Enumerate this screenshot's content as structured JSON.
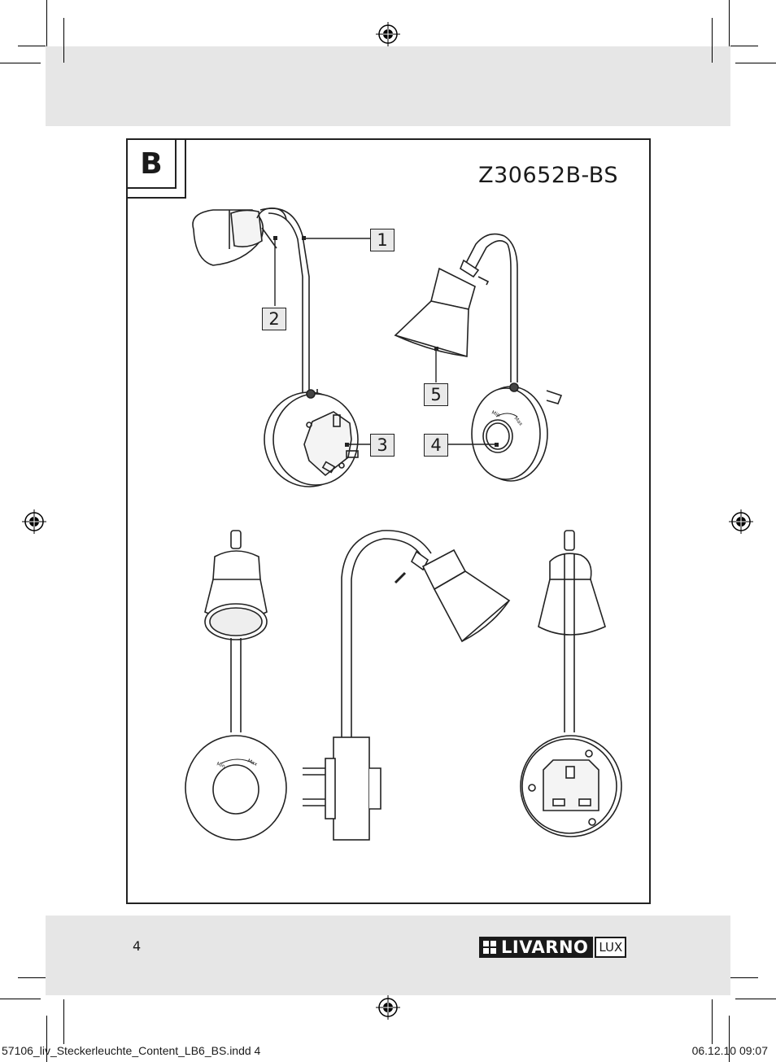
{
  "page": {
    "section_label": "B",
    "model_number": "Z30652B-BS",
    "callouts": [
      "1",
      "2",
      "3",
      "4",
      "5"
    ],
    "dial_min_label": "Min",
    "dial_max_label": "Max",
    "page_number": "4",
    "brand": {
      "name": "LIVARNO",
      "suffix": "LUX"
    },
    "slug": {
      "filename": "57106_liv_Steckerleuchte_Content_LB6_BS.indd   4",
      "date_time": "06.12.10   09:07"
    }
  }
}
